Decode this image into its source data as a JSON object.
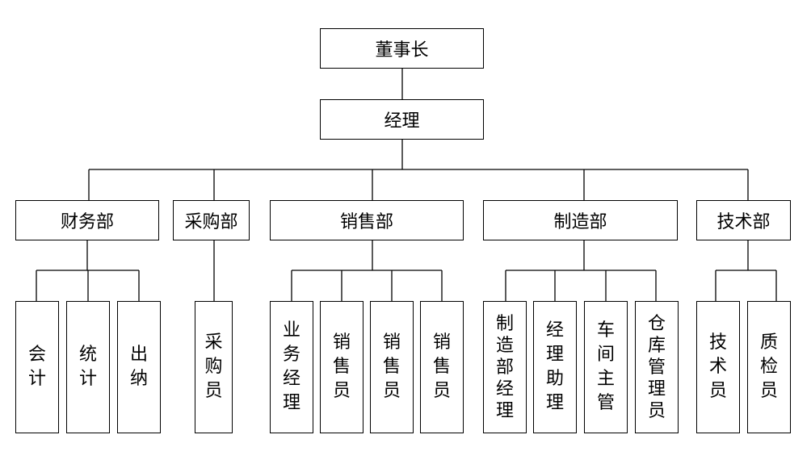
{
  "org": {
    "root": "董事长",
    "manager": "经理",
    "departments": [
      {
        "name": "财务部",
        "staff": [
          "会计",
          "统计",
          "出纳"
        ]
      },
      {
        "name": "采购部",
        "staff": [
          "采购员"
        ]
      },
      {
        "name": "销售部",
        "staff": [
          "业务经理",
          "销售员",
          "销售员",
          "销售员"
        ]
      },
      {
        "name": "制造部",
        "staff": [
          "制造部经理",
          "经理助理",
          "车间主管",
          "仓库管理员"
        ]
      },
      {
        "name": "技术部",
        "staff": [
          "技术员",
          "质检员"
        ]
      }
    ]
  }
}
